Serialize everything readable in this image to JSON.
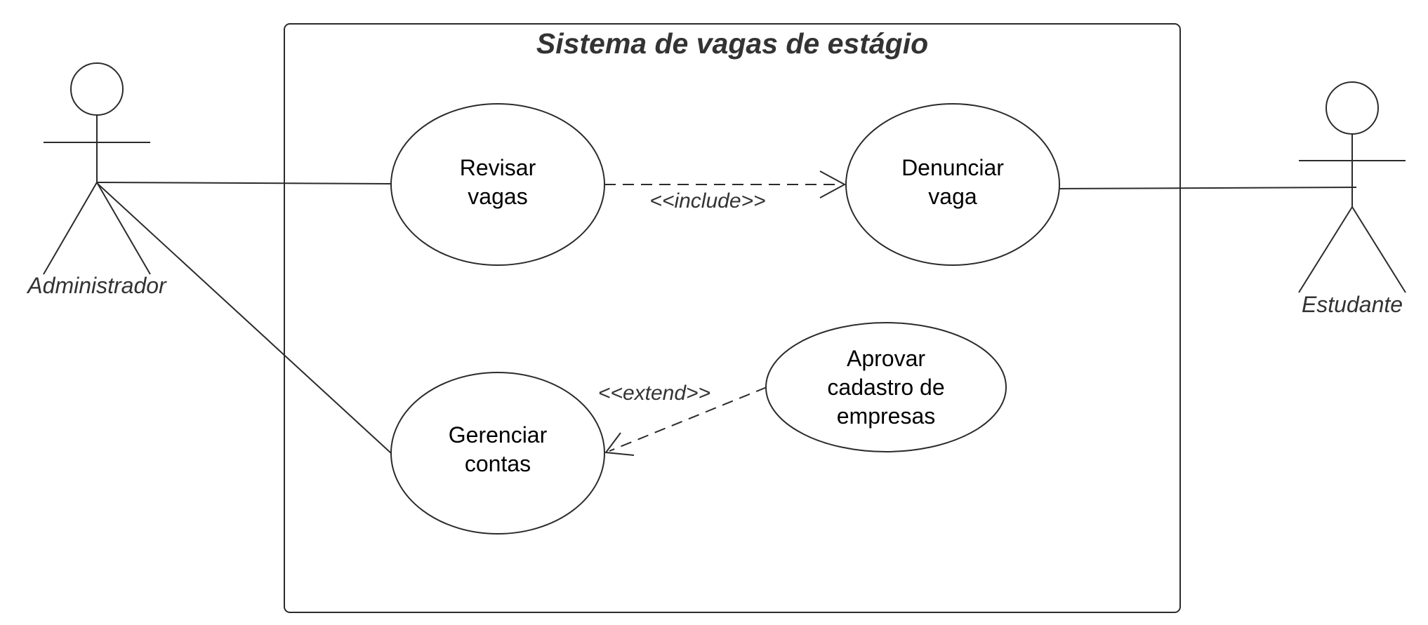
{
  "system": {
    "title": "Sistema de vagas de estágio"
  },
  "actors": {
    "admin": {
      "label": "Administrador"
    },
    "student": {
      "label": "Estudante"
    }
  },
  "use_cases": {
    "revisar": {
      "line1": "Revisar",
      "line2": "vagas"
    },
    "denunciar": {
      "line1": "Denunciar",
      "line2": "vaga"
    },
    "gerenciar": {
      "line1": "Gerenciar",
      "line2": "contas"
    },
    "aprovar": {
      "line1": "Aprovar",
      "line2": "cadastro de",
      "line3": "empresas"
    }
  },
  "relations": {
    "include_label": "<<include>>",
    "extend_label": "<<extend>>"
  },
  "colors": {
    "stroke": "#2b2b2b",
    "text": "#333333",
    "background": "#ffffff"
  }
}
